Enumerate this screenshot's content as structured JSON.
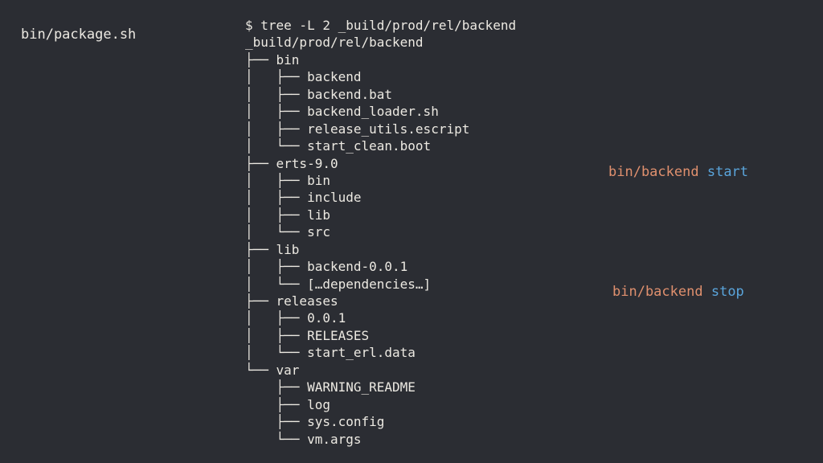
{
  "script_label": "bin/package.sh",
  "terminal": {
    "command": "$ tree -L 2 _build/prod/rel/backend",
    "lines": [
      "_build/prod/rel/backend",
      "├── bin",
      "│   ├── backend",
      "│   ├── backend.bat",
      "│   ├── backend_loader.sh",
      "│   ├── release_utils.escript",
      "│   └── start_clean.boot",
      "├── erts-9.0",
      "│   ├── bin",
      "│   ├── include",
      "│   ├── lib",
      "│   └── src",
      "├── lib",
      "│   ├── backend-0.0.1",
      "│   └── […dependencies…]",
      "├── releases",
      "│   ├── 0.0.1",
      "│   ├── RELEASES",
      "│   └── start_erl.data",
      "└── var",
      "    ├── WARNING_README",
      "    ├── log",
      "    ├── sys.config",
      "    └── vm.args"
    ]
  },
  "commands": {
    "start": {
      "bin": "bin/backend",
      "arg": "start"
    },
    "stop": {
      "bin": "bin/backend",
      "arg": "stop"
    }
  },
  "colors": {
    "background": "#2b2d33",
    "text": "#ece9e2",
    "bin": "#e0906e",
    "arg": "#5aa5dc"
  }
}
